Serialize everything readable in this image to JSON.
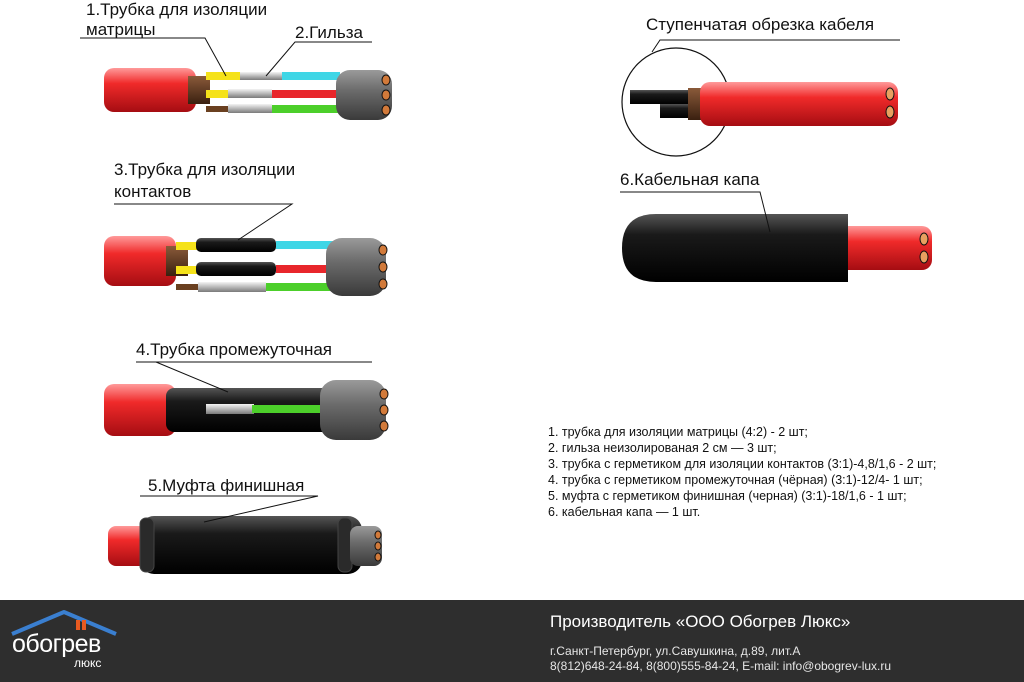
{
  "labels": {
    "tube_matrix_l1": "1.Трубка для изоляции",
    "tube_matrix_l2": "матрицы",
    "sleeve": "2.Гильза",
    "tube_contacts_l1": "3.Трубка для изоляции",
    "tube_contacts_l2": "контактов",
    "tube_intermediate": "4.Трубка промежуточная",
    "finish_coupling": "5.Муфта финишная",
    "step_cut": "Ступенчатая обрезка кабеля",
    "cable_cap": "6.Кабельная капа"
  },
  "legend": [
    "1. трубка для изоляции матрицы (4:2) - 2 шт;",
    "2. гильза неизолированая 2 см — 3 шт;",
    "3. трубка с герметиком для изоляции контактов (3:1)-4,8/1,6 - 2 шт;",
    "4. трубка с герметиком промежуточная (чёрная) (3:1)-12/4- 1 шт;",
    "5. муфта с герметиком финишная (черная) (3:1)-18/1,6 - 1 шт;",
    "6. кабельная капа — 1 шт."
  ],
  "footer": {
    "logo_main": "обогрев",
    "logo_sub": "люкс",
    "manufacturer": "Производитель «ООО Обогрев Люкс»",
    "address": "г.Санкт-Петербург, ул.Савушкина, д.89, лит.А",
    "contacts": "8(812)648-24-84, 8(800)555-84-24, E-mail: info@obogrev-lux.ru"
  },
  "colors": {
    "cable_red": "#e8262b",
    "jacket_black": "#111111",
    "wire_yellow": "#f5e21a",
    "wire_cyan": "#3fd6e6",
    "wire_red": "#e8262b",
    "wire_green": "#4ccf2a",
    "connector_gray": "#6a6a6a",
    "footer_bg": "#2e2e2e"
  }
}
